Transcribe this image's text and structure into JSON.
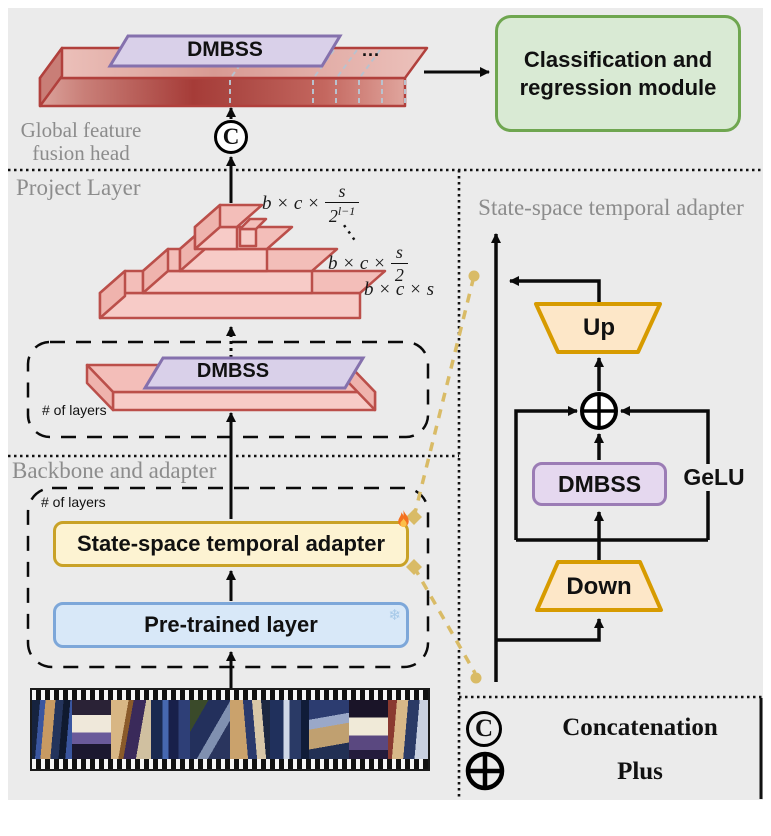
{
  "top": {
    "dmbss_label": "DMBSS",
    "ellipsis": "...",
    "classification_label": "Classification and regression module"
  },
  "sections": {
    "global_head": "Global feature fusion head",
    "project_layer": "Project Layer",
    "backbone": "Backbone and adapter",
    "adapter_detail_title": "State-space temporal adapter"
  },
  "symbols": {
    "concat": "C",
    "plus": "⊕"
  },
  "pyramid": {
    "l1_prefix": "b × c ×",
    "l1_num": "s",
    "l1_den_base": "2",
    "l1_den_exp": "l−1",
    "dots": "···",
    "l2_prefix": "b × c ×",
    "l2_num": "s",
    "l2_den": "2",
    "l3": "b × c × s"
  },
  "mid_block": {
    "dmbss_label": "DMBSS",
    "layers_note": "# of layers"
  },
  "backbone_block": {
    "layers_note": "# of layers",
    "adapter_label": "State-space temporal adapter",
    "pretrained_label": "Pre-trained layer",
    "snowflake": "❄"
  },
  "adapter_panel": {
    "up": "Up",
    "dmbss": "DMBSS",
    "gelu": "GeLU",
    "down": "Down"
  },
  "legend": {
    "concat_symbol": "C",
    "concat_label": "Concatenation",
    "plus_label": "Plus"
  },
  "colors": {
    "background": "#ebebeb",
    "bar_red": "#bb4f4a",
    "bar_red_fill": "#f7cbc7",
    "purple_border": "#8571ad",
    "purple_fill": "#d9d0e9",
    "green_border": "#6fa650",
    "green_fill": "#d9ead4",
    "yellow_border": "#c9a227",
    "yellow_fill": "#fdf3d2",
    "blue_border": "#7da7d9",
    "blue_fill": "#d8e8f8",
    "orange_border": "#d79b00",
    "orange_fill": "#fde7c8",
    "connector_yellow": "#d9bb66",
    "label_gray": "#8c8c8c"
  }
}
